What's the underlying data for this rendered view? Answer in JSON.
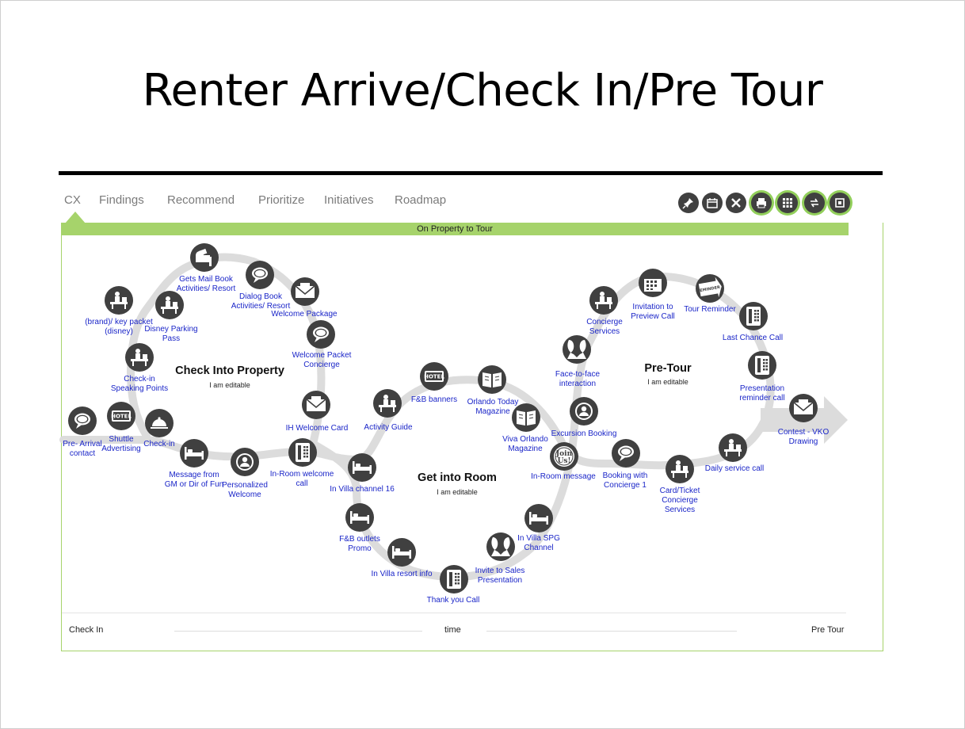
{
  "slide": {
    "title": "Renter Arrive/Check In/Pre Tour"
  },
  "nav": {
    "tabs": [
      "CX",
      "Findings",
      "Recommend",
      "Prioritize",
      "Initiatives",
      "Roadmap"
    ],
    "active": "CX"
  },
  "toolbar": {
    "icons": [
      "pin-icon",
      "calendar-icon",
      "tools-icon",
      "print-icon",
      "grid-icon",
      "swap-icon",
      "export-icon"
    ]
  },
  "banner": {
    "text": "On Property to Tour"
  },
  "stages": [
    {
      "title": "Check Into Property",
      "sub": "I am editable"
    },
    {
      "title": "Get into Room",
      "sub": "I am editable"
    },
    {
      "title": "Pre-Tour",
      "sub": "I am editable"
    }
  ],
  "nodes": [
    {
      "icon": "speech-bubble-icon",
      "label": [
        "Pre- Arrival",
        "contact"
      ]
    },
    {
      "icon": "hotel-sign-icon",
      "label": [
        "Shuttle",
        "Advertising"
      ]
    },
    {
      "icon": "service-bell-icon",
      "label": [
        "Check-in"
      ]
    },
    {
      "icon": "desk-person-icon",
      "label": [
        "Check-in",
        "Speaking Points"
      ]
    },
    {
      "icon": "desk-person-icon",
      "label": [
        "(brand)/ key packet",
        "(disney)"
      ]
    },
    {
      "icon": "desk-person-icon",
      "label": [
        "Disney Parking",
        "Pass"
      ]
    },
    {
      "icon": "mailbox-icon",
      "label": [
        "Gets Mail Book",
        "Activities/ Resort"
      ]
    },
    {
      "icon": "speech-bubble-icon",
      "label": [
        "Dialog Book",
        "Activities/ Resort"
      ]
    },
    {
      "icon": "envelope-icon",
      "label": [
        "Welcome Package"
      ]
    },
    {
      "icon": "speech-bubble-icon",
      "label": [
        "Welcome Packet",
        "Concierge"
      ]
    },
    {
      "icon": "envelope-icon",
      "label": [
        "IH Welcome Card"
      ]
    },
    {
      "icon": "bed-icon",
      "label": [
        "Message from",
        "GM or Dir of Fun"
      ]
    },
    {
      "icon": "person-circle-icon",
      "label": [
        "Personalized",
        "Welcome"
      ]
    },
    {
      "icon": "phone-icon",
      "label": [
        "In-Room welcome",
        "call"
      ]
    },
    {
      "icon": "desk-person-icon",
      "label": [
        "Activity Guide"
      ]
    },
    {
      "icon": "hotel-sign-icon",
      "label": [
        "F&B banners"
      ]
    },
    {
      "icon": "book-icon",
      "label": [
        "Orlando Today",
        "Magazine"
      ]
    },
    {
      "icon": "book-icon",
      "label": [
        "Viva Orlando",
        "Magazine"
      ]
    },
    {
      "icon": "bed-icon",
      "label": [
        "In Villa channel 16"
      ]
    },
    {
      "icon": "join-us-icon",
      "label": [
        "In-Room message"
      ]
    },
    {
      "icon": "bed-icon",
      "label": [
        "F&B outlets",
        "Promo"
      ]
    },
    {
      "icon": "bed-icon",
      "label": [
        "In Villa resort info"
      ]
    },
    {
      "icon": "phone-icon",
      "label": [
        "Thank you Call"
      ]
    },
    {
      "icon": "face-to-face-icon",
      "label": [
        "Invite to Sales",
        "Presentation"
      ]
    },
    {
      "icon": "bed-icon",
      "label": [
        "In Villa SPG",
        "Channel"
      ]
    },
    {
      "icon": "person-circle-icon",
      "label": [
        "Excursion Booking"
      ]
    },
    {
      "icon": "face-to-face-icon",
      "label": [
        "Face-to-face",
        "interaction"
      ]
    },
    {
      "icon": "desk-person-icon",
      "label": [
        "Concierge",
        "Services"
      ]
    },
    {
      "icon": "calendar-icon",
      "label": [
        "Invitation to",
        "Preview Call"
      ]
    },
    {
      "icon": "reminder-icon",
      "label": [
        "Tour Reminder"
      ]
    },
    {
      "icon": "phone-icon",
      "label": [
        "Last Chance Call"
      ]
    },
    {
      "icon": "phone-icon",
      "label": [
        "Presentation",
        "reminder call"
      ]
    },
    {
      "icon": "envelope-icon",
      "label": [
        "Contest - VKO",
        "Drawing"
      ]
    },
    {
      "icon": "desk-person-icon",
      "label": [
        "Daily service call"
      ]
    },
    {
      "icon": "desk-person-icon",
      "label": [
        "Card/Ticket",
        "Concierge",
        "Services"
      ]
    },
    {
      "icon": "speech-bubble-icon",
      "label": [
        "Booking with",
        "Concierge 1"
      ]
    }
  ],
  "timeline": {
    "start": "Check In",
    "middle": "time",
    "end": "Pre Tour"
  },
  "colors": {
    "accent_green": "#a6d36b",
    "label_blue": "#1a25c8",
    "icon_dark": "#404040",
    "path_grey": "#dcdcdc"
  }
}
